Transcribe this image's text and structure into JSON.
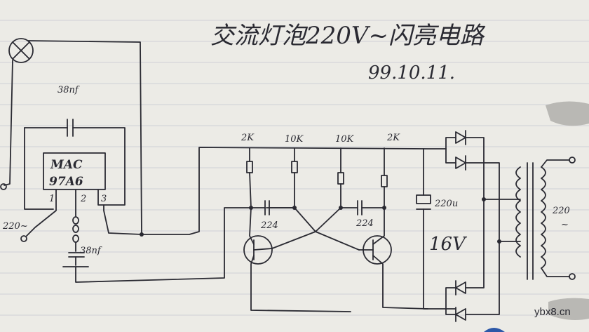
{
  "title": "交流灯泡220V~闪亮电路",
  "date": "99.10.11.",
  "components": {
    "capacitor_top": "38nf",
    "triac_line1": "MAC",
    "triac_line2": "97A6",
    "pin1": "1",
    "pin2": "2",
    "pin3": "3",
    "capacitor_bottom": "38nf",
    "resistors": [
      "2K",
      "10K",
      "10K",
      "2K"
    ],
    "timing_cap_left": "224",
    "timing_cap_right": "224",
    "electrolytic_value": "220u",
    "electrolytic_voltage": "16V",
    "input_left": "220~",
    "transformer_secondary": "220",
    "transformer_secondary_unit": "~"
  },
  "watermark": "ybx8.cn",
  "colors": {
    "paper": "#ecebe6",
    "ink": "#2a2a32",
    "rule": "#cfd0d6"
  }
}
